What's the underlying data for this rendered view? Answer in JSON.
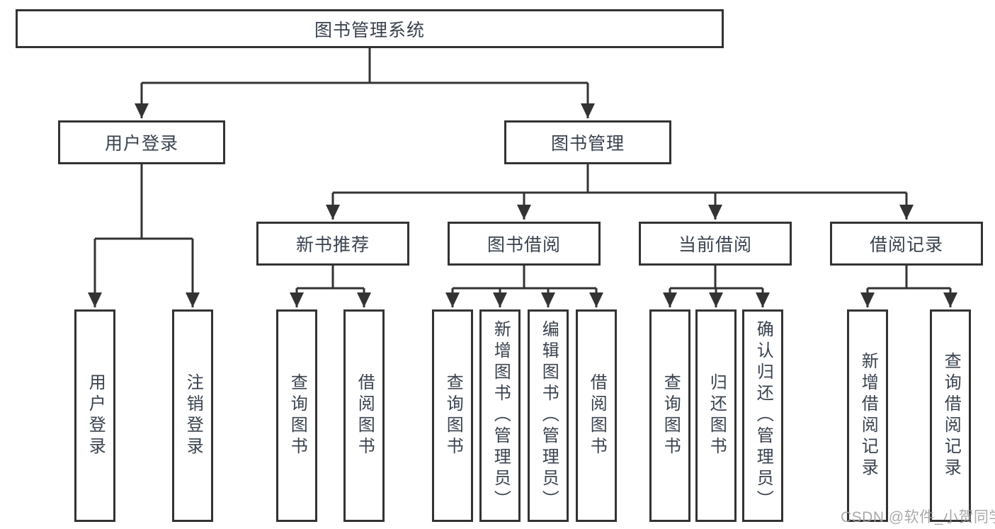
{
  "diagram": {
    "root": {
      "label": "图书管理系统"
    },
    "level2": [
      {
        "label": "用户登录"
      },
      {
        "label": "图书管理"
      }
    ],
    "level3": [
      {
        "label": "新书推荐"
      },
      {
        "label": "图书借阅"
      },
      {
        "label": "当前借阅"
      },
      {
        "label": "借阅记录"
      }
    ],
    "leaves": {
      "user_login": [
        "用户登录",
        "注销登录"
      ],
      "new_book_recommend": [
        "查询图书",
        "借阅图书"
      ],
      "book_borrow": [
        "查询图书",
        "新增图书（管理员）",
        "编辑图书（管理员）",
        "借阅图书"
      ],
      "current_borrow": [
        "查询图书",
        "归还图书",
        "确认归还（管理员）"
      ],
      "borrow_records": [
        "新增借阅记录",
        "查询借阅记录"
      ]
    }
  },
  "watermark": {
    "text": "CSDN @软件_小贺同学"
  },
  "colors": {
    "line": "#333333",
    "text": "#39424e",
    "watermark": "#9e9e9e",
    "background": "#ffffff"
  }
}
